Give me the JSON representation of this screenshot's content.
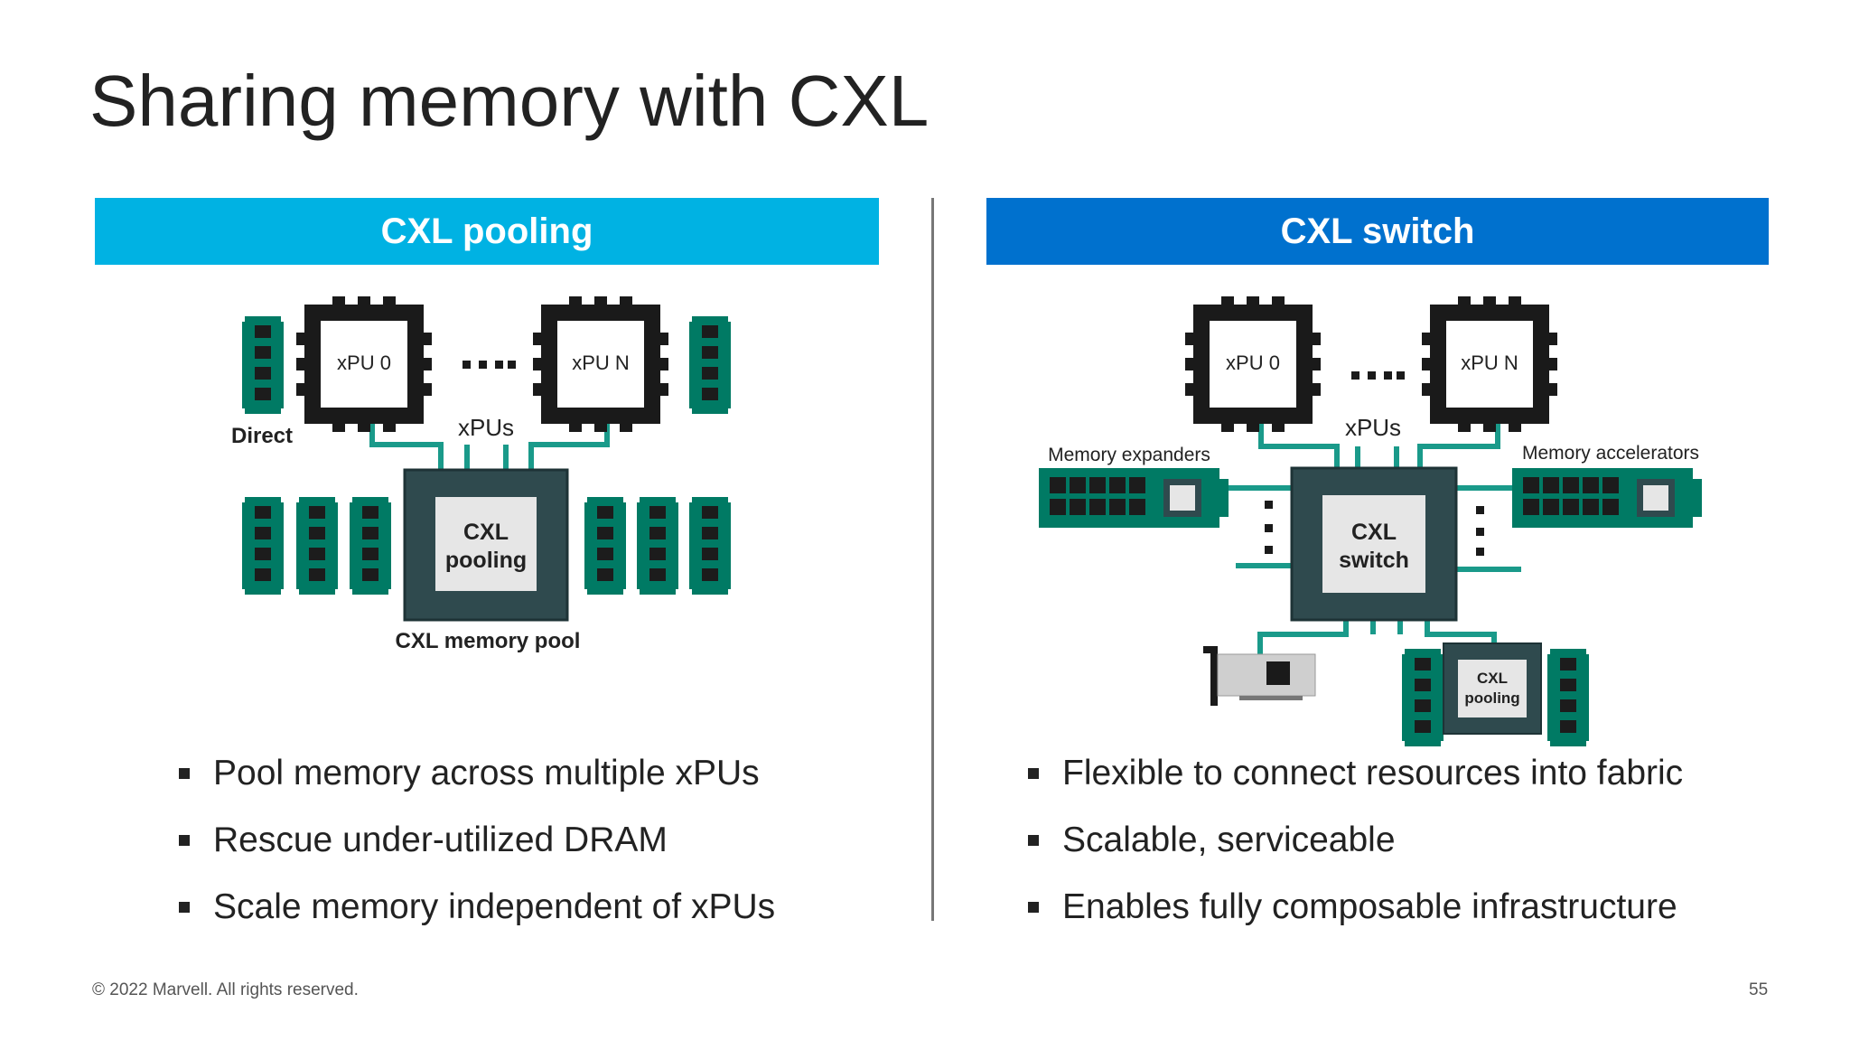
{
  "title": "Sharing memory with CXL",
  "left_panel": {
    "header": "CXL pooling",
    "cpu0": "xPU 0",
    "cpuN": "xPU N",
    "xpus_label": "xPUs",
    "direct_label": "Direct",
    "chip_line1": "CXL",
    "chip_line2": "pooling",
    "pool_label": "CXL memory pool",
    "bullets": [
      "Pool memory across multiple xPUs",
      "Rescue under-utilized DRAM",
      "Scale memory independent of xPUs"
    ]
  },
  "right_panel": {
    "header": "CXL switch",
    "cpu0": "xPU 0",
    "cpuN": "xPU N",
    "xpus_label": "xPUs",
    "expanders_label": "Memory expanders",
    "accelerators_label": "Memory accelerators",
    "chip_line1": "CXL",
    "chip_line2": "switch",
    "pool_chip_line1": "CXL",
    "pool_chip_line2": "pooling",
    "bullets": [
      "Flexible to connect resources into fabric",
      "Scalable, serviceable",
      "Enables fully composable infrastructure"
    ]
  },
  "footer": "© 2022 Marvell. All rights reserved.",
  "page_number": "55",
  "colors": {
    "pooling_banner": "#00b2e3",
    "switch_banner": "#0071ce",
    "dimm_green": "#007a64",
    "wire_teal": "#1a9a8a",
    "chip_dark": "#2f4a4e"
  }
}
